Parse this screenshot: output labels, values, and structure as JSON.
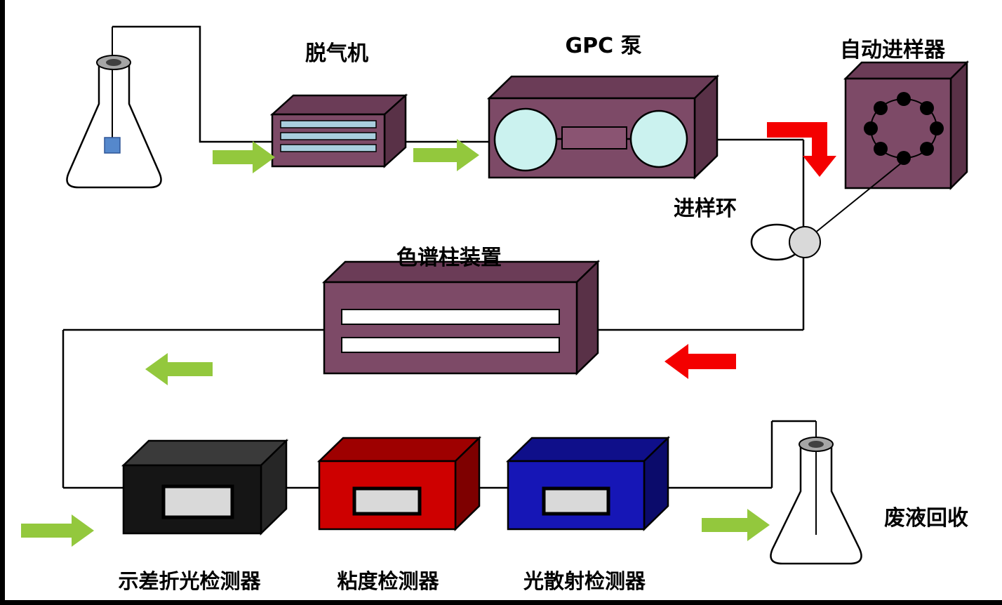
{
  "labels": {
    "degasser": "脱气机",
    "gpc_pump": "GPC  泵",
    "autosampler": "自动进样器",
    "sample_loop": "进样环",
    "column_assembly": "色谱柱装置",
    "ri_detector": "示差折光检测器",
    "viscosity_detector": "粘度检测器",
    "light_scattering_detector": "光散射检测器",
    "waste_recovery": "废液回收"
  },
  "colors": {
    "box_front_purple": "#7D4A67",
    "box_top_purple": "#6B3C57",
    "box_side_purple": "#593147",
    "degasser_stripe": "#A9CEDE",
    "pump_head_cyan": "#CBF2EF",
    "pump_center_block": "#8A5472",
    "detector_black_front": "#151515",
    "detector_black_top": "#3A3A3A",
    "detector_black_side": "#262626",
    "detector_red_front": "#CE0000",
    "detector_red_top": "#9E0000",
    "detector_red_side": "#7E0000",
    "detector_blue_front": "#1616B6",
    "detector_blue_top": "#0F0F8A",
    "detector_blue_side": "#0B0B6B",
    "screen_gray": "#D9D9D9",
    "arrow_green": "#93C83D",
    "arrow_red": "#F40000",
    "label_red": "#FF0000",
    "label_blue": "#0000C8",
    "stopper_gray": "#A6A6A6",
    "stopper_dark": "#404040",
    "sample_cube_blue": "#5588CC",
    "valve_gray": "#D9D9D9",
    "carousel_dot": "#000000",
    "line_black": "#000000"
  }
}
